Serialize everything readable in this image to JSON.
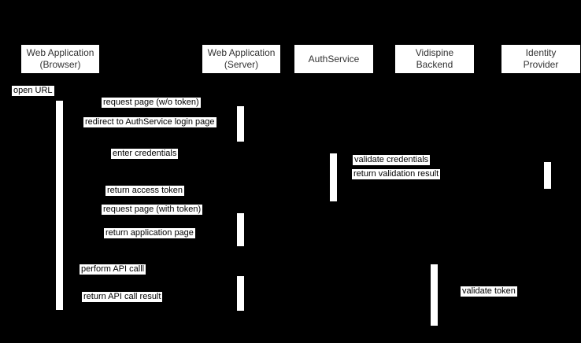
{
  "colors": {
    "background": "#000000",
    "actor_box_fill": "#ffffff",
    "actor_box_text": "#333333",
    "message_label_fill": "#ffffff",
    "message_label_text": "#000000",
    "activation_bar_fill": "#ffffff"
  },
  "actors": [
    {
      "line1": "Web Application",
      "line2": "(Browser)"
    },
    {
      "line1": "Web Application",
      "line2": "(Server)"
    },
    {
      "line1": "AuthService",
      "line2": ""
    },
    {
      "line1": "Vidispine",
      "line2": "Backend"
    },
    {
      "line1": "Identity",
      "line2": "Provider"
    }
  ],
  "messages": [
    {
      "label": "open URL"
    },
    {
      "label": "request page (w/o token)"
    },
    {
      "label": "redirect to AuthService login page"
    },
    {
      "label": "enter credentials"
    },
    {
      "label": "validate credentials"
    },
    {
      "label": "return validation result"
    },
    {
      "label": "return access token"
    },
    {
      "label": "request page (with token)"
    },
    {
      "label": "return application page"
    },
    {
      "label": "perform API calll"
    },
    {
      "label": "return API call result"
    },
    {
      "label": "validate token"
    }
  ]
}
